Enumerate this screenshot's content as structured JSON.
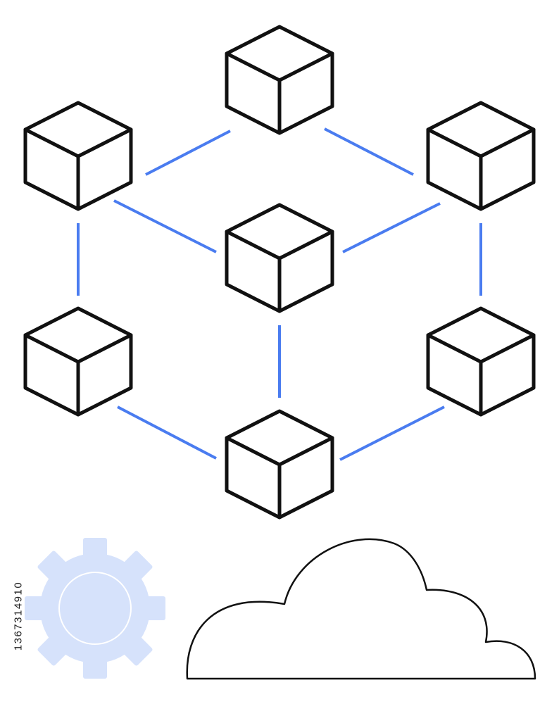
{
  "stock_id": "1367314910",
  "colors": {
    "cube_stroke": "#111111",
    "connector": "#4a7cf0",
    "gear_fill": "#d6e2fb",
    "cloud_stroke": "#111111",
    "background": "#ffffff"
  },
  "icons": {
    "cube": "isometric-cube-outline",
    "gear": "gear-icon",
    "cloud": "cloud-outline"
  }
}
